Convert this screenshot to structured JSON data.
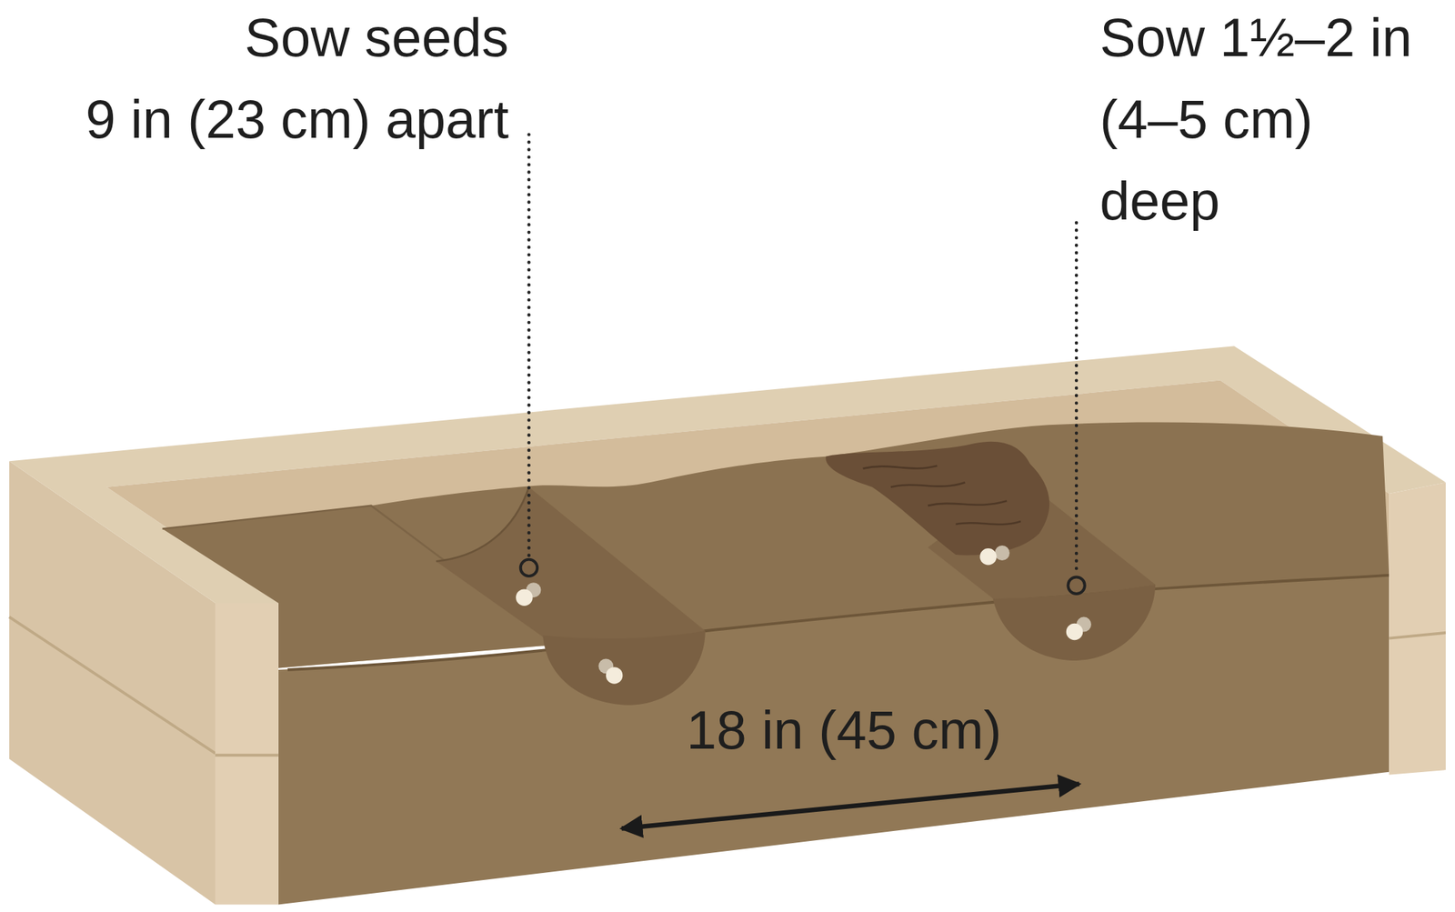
{
  "diagram": {
    "labels": [
      "Sow seeds 9 in (23 cm) apart",
      "Sow 1½–2 in (4–5 cm) deep",
      "18 in (45 cm)"
    ]
  }
}
